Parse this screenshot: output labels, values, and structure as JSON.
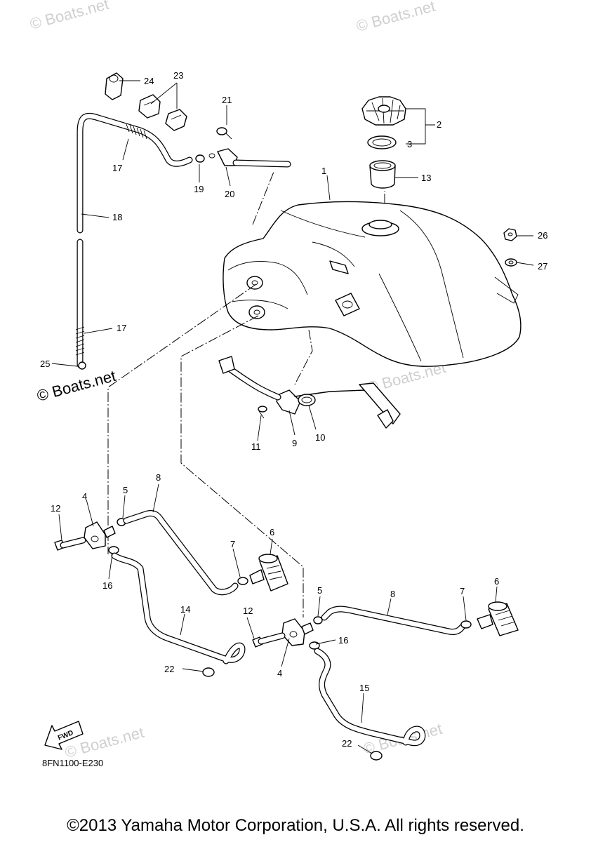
{
  "watermarks": [
    "© Boats.net",
    "© Boats.net",
    "© Boats.net",
    "© Boats.net",
    "© Boats.net",
    "© Boats.net"
  ],
  "callouts": {
    "n1": "1",
    "n2": "2",
    "n3": "3",
    "n4a": "4",
    "n4b": "4",
    "n5a": "5",
    "n5b": "5",
    "n6a": "6",
    "n6b": "6",
    "n7a": "7",
    "n7b": "7",
    "n8a": "8",
    "n8b": "8",
    "n9": "9",
    "n10": "10",
    "n11": "11",
    "n12a": "12",
    "n12b": "12",
    "n13": "13",
    "n14": "14",
    "n15": "15",
    "n16a": "16",
    "n16b": "16",
    "n17a": "17",
    "n17b": "17",
    "n18": "18",
    "n19": "19",
    "n20": "20",
    "n21": "21",
    "n22a": "22",
    "n22b": "22",
    "n23": "23",
    "n24": "24",
    "n25": "25",
    "n26": "26",
    "n27": "27"
  },
  "fwd_label": "FWD",
  "diagram_code": "8FN1100-E230",
  "copyright": "©2013 Yamaha Motor Corporation, U.S.A. All rights reserved."
}
